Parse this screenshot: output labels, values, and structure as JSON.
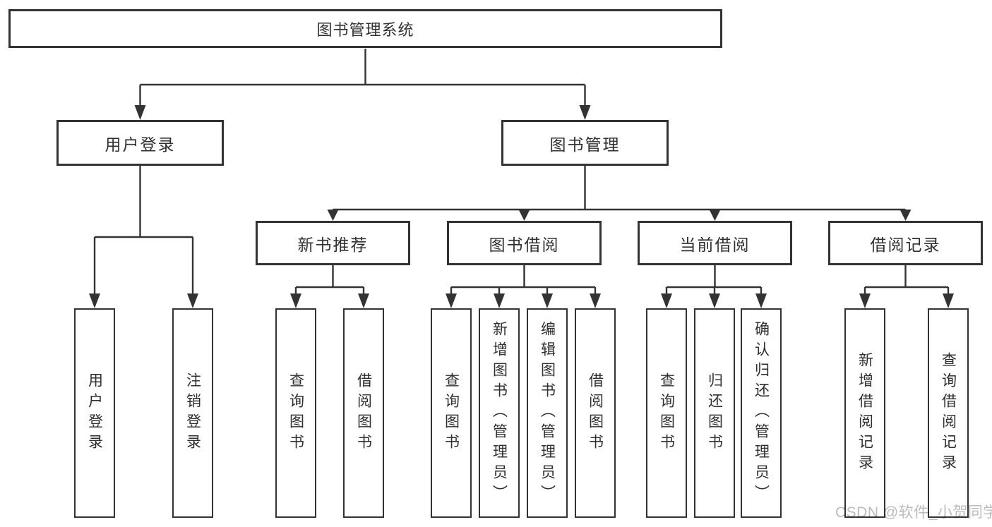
{
  "diagram": {
    "root": {
      "label": "图书管理系统"
    },
    "branches": [
      {
        "label": "用户登录",
        "children": [
          {
            "label": "用户登录"
          },
          {
            "label": "注销登录"
          }
        ]
      },
      {
        "label": "图书管理",
        "groups": [
          {
            "label": "新书推荐",
            "children": [
              {
                "label": "查询图书"
              },
              {
                "label": "借阅图书"
              }
            ]
          },
          {
            "label": "图书借阅",
            "children": [
              {
                "label": "查询图书"
              },
              {
                "label": "新增图书（管理员）"
              },
              {
                "label": "编辑图书（管理员）"
              },
              {
                "label": "借阅图书"
              }
            ]
          },
          {
            "label": "当前借阅",
            "children": [
              {
                "label": "查询图书"
              },
              {
                "label": "归还图书"
              },
              {
                "label": "确认归还（管理员）"
              }
            ]
          },
          {
            "label": "借阅记录",
            "children": [
              {
                "label": "新增借阅记录"
              },
              {
                "label": "查询借阅记录"
              }
            ]
          }
        ]
      }
    ]
  },
  "watermark": {
    "text": "CSDN @软件_小贺同学"
  },
  "colors": {
    "line": "#333333",
    "box_border": "#333333",
    "text": "#2f2f2f",
    "watermark": "#bcbcbc",
    "background": "#ffffff"
  }
}
